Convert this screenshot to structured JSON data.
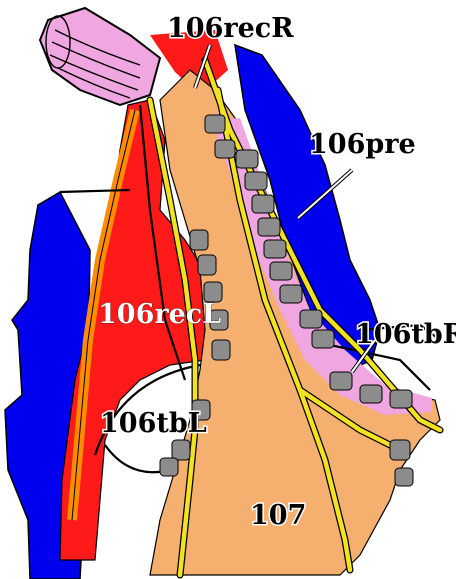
{
  "labels": {
    "rec_r": "106recR",
    "pre": "106pre",
    "rec_l": "106recL",
    "tb_r": "106tbR",
    "tb_l": "106tbL",
    "n107": "107"
  },
  "colors": {
    "artery": "#ff1a1a",
    "vein": "#0000ee",
    "trachea": "#f5b06f",
    "nerve": "#f3e21f",
    "esophagus": "#f0a6e0",
    "lymph_node": "#8c8c8c",
    "recurrent_nerve_left": "#ff8c00"
  }
}
